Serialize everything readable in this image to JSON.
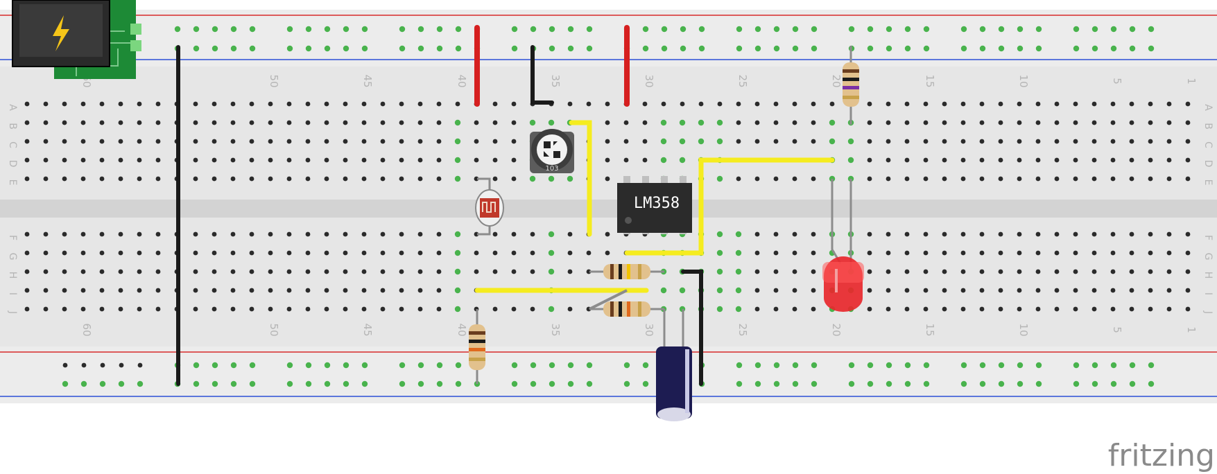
{
  "app": {
    "brand": "fritzing"
  },
  "breadboard": {
    "column_numbers": [
      "60",
      "50",
      "45",
      "40",
      "35",
      "30",
      "25",
      "20",
      "15",
      "10",
      "5",
      "1"
    ],
    "row_letters_top": [
      "A",
      "B",
      "C",
      "D",
      "E"
    ],
    "row_letters_bottom": [
      "F",
      "G",
      "H",
      "I",
      "J"
    ]
  },
  "components": {
    "ic_label": "LM358",
    "potentiometer_label": "103",
    "power_jack_icon": "lightning-bolt-icon"
  },
  "colors": {
    "board": "#e7e7e7",
    "hole": "#2b2b2b",
    "hole_active": "#49b34d",
    "rail_red": "#d62a2a",
    "rail_blue": "#2b4fd6",
    "wire_red": "#d61f1f",
    "wire_black": "#1a1a1a",
    "wire_yellow": "#f5ec1f",
    "led_red": "#e8282c",
    "ic_body": "#2b2b2b",
    "capacitor_body": "#1d1c52",
    "pcb_green": "#1d8a36",
    "brand_gray": "#8a8a8a"
  }
}
